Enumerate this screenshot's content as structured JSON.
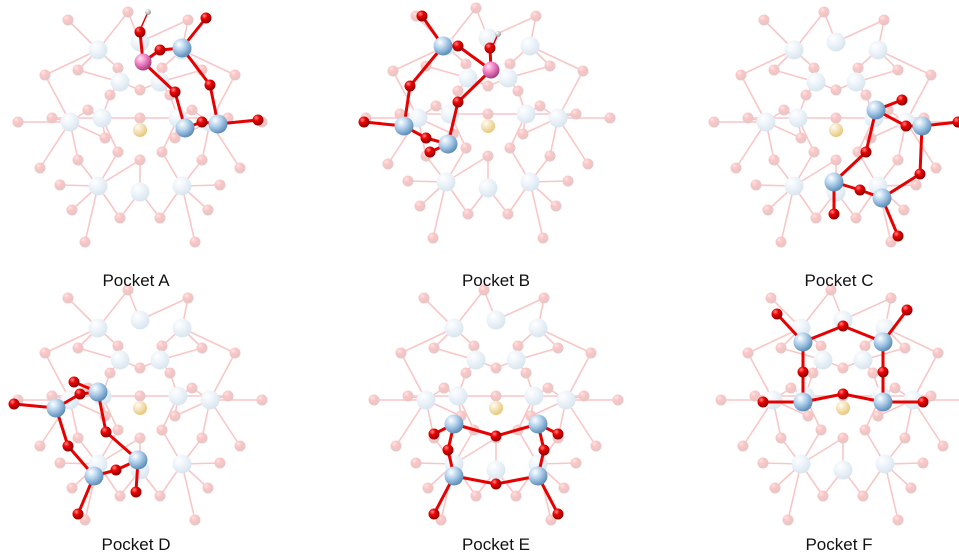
{
  "panels": [
    {
      "label": "Pocket A"
    },
    {
      "label": "Pocket B"
    },
    {
      "label": "Pocket C"
    },
    {
      "label": "Pocket D"
    },
    {
      "label": "Pocket E"
    },
    {
      "label": "Pocket F"
    }
  ],
  "colors": {
    "metal_atom": "#a9c9e6",
    "oxygen_atom": "#e60000",
    "bond": "#e60000",
    "central_heteroatom": "#f3d79a",
    "substituted_metal_atom": "#ee7fc4",
    "hydrogen_atom": "#cccccc",
    "faded_opacity": "0.22"
  }
}
